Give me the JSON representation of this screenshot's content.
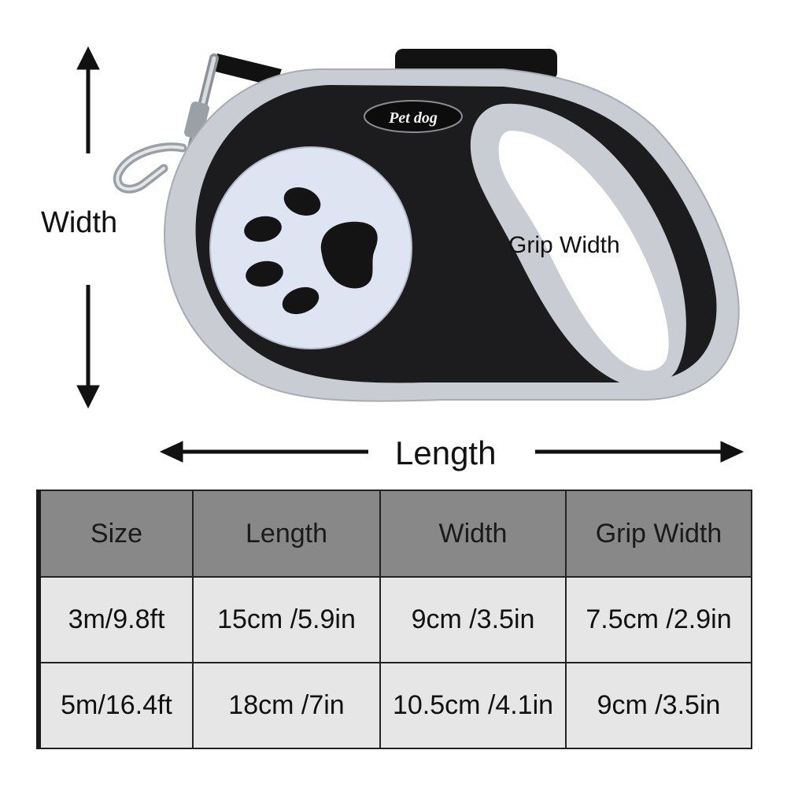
{
  "figure": {
    "logo_text": "Pet dog",
    "width_label": "Width",
    "length_label": "Length",
    "grip_width_label": "Grip Width",
    "colors": {
      "shell_light": "#c9ccd2",
      "shell_dark": "#1c1c1e",
      "disc": "#dfe4f2",
      "paw": "#141414"
    }
  },
  "table": {
    "headers": [
      "Size",
      "Length",
      "Width",
      "Grip Width"
    ],
    "rows": [
      [
        "3m/9.8ft",
        "15cm /5.9in",
        "9cm /3.5in",
        "7.5cm /2.9in"
      ],
      [
        "5m/16.4ft",
        "18cm /7in",
        "10.5cm /4.1in",
        "9cm /3.5in"
      ]
    ],
    "header_color": "#888888",
    "cell_color": "#e6e6e6"
  }
}
